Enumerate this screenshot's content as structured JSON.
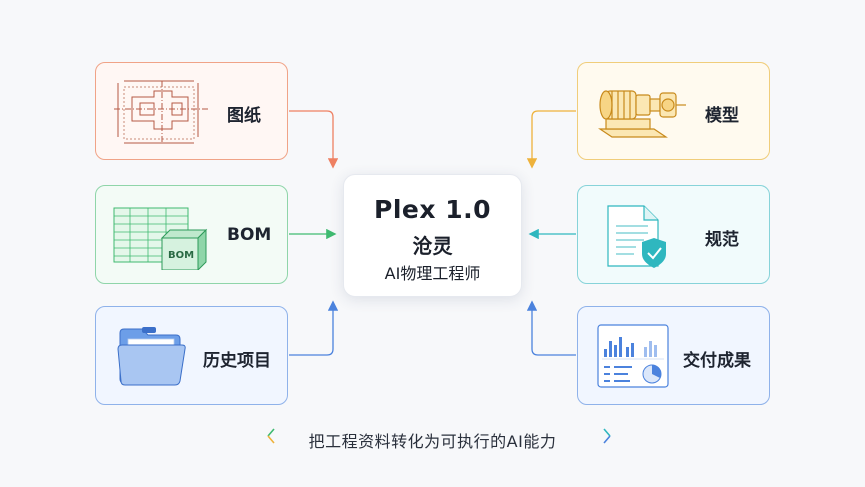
{
  "center": {
    "title": "Plex 1.0",
    "name": "沧灵",
    "subtitle": "AI物理工程师"
  },
  "inputs": [
    {
      "label": "图纸",
      "icon": "technical-drawing-icon",
      "color": "#ee8062"
    },
    {
      "label": "BOM",
      "icon": "bom-spreadsheet-icon",
      "badge": "BOM",
      "color": "#3fba70"
    },
    {
      "label": "历史项目",
      "icon": "folder-icon",
      "color": "#4b82dd"
    }
  ],
  "outputs": [
    {
      "label": "模型",
      "icon": "machine-model-icon",
      "color": "#eeb23b"
    },
    {
      "label": "规范",
      "icon": "spec-document-icon",
      "color": "#2fb7bf"
    },
    {
      "label": "交付成果",
      "icon": "report-dashboard-icon",
      "color": "#4b82dd"
    }
  ],
  "tagline": "把工程资料转化为可执行的AI能力",
  "colors": {
    "drawing": "#ee8062",
    "bom": "#3fba70",
    "history": "#4b82dd",
    "model": "#eeb23b",
    "spec": "#2fb7bf",
    "deliver": "#4b82dd"
  }
}
